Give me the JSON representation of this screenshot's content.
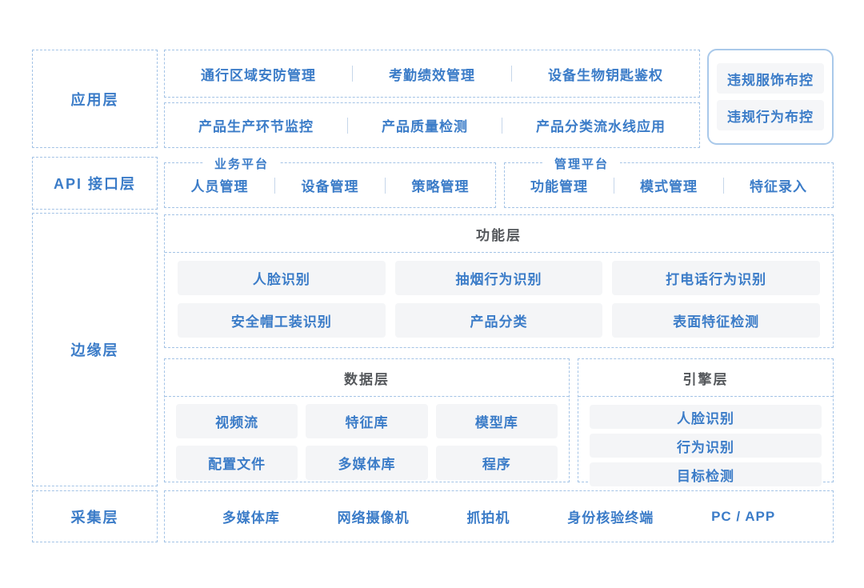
{
  "colors": {
    "blue_text": "#3b7cc8",
    "dashed_border": "#a3c3e6",
    "section_header_text": "#54575b",
    "pill_background": "#f4f5f7",
    "background": "#ffffff"
  },
  "app_layer": {
    "label": "应用层",
    "row1": [
      "通行区域安防管理",
      "考勤绩效管理",
      "设备生物钥匙鉴权"
    ],
    "row2": [
      "产品生产环节监控",
      "产品质量检测",
      "产品分类流水线应用"
    ],
    "side_box": [
      "违规服饰布控",
      "违规行为布控"
    ]
  },
  "api_layer": {
    "label": "API 接口层",
    "platforms": [
      {
        "title": "业务平台",
        "items": [
          "人员管理",
          "设备管理",
          "策略管理"
        ]
      },
      {
        "title": "管理平台",
        "items": [
          "功能管理",
          "模式管理",
          "特征录入"
        ]
      }
    ]
  },
  "edge_layer": {
    "label": "边缘层",
    "function_layer": {
      "title": "功能层",
      "rows": [
        [
          "人脸识别",
          "抽烟行为识别",
          "打电话行为识别"
        ],
        [
          "安全帽工装识别",
          "产品分类",
          "表面特征检测"
        ]
      ]
    },
    "data_layer": {
      "title": "数据层",
      "rows": [
        [
          "视频流",
          "特征库",
          "模型库"
        ],
        [
          "配置文件",
          "多媒体库",
          "程序"
        ]
      ]
    },
    "engine_layer": {
      "title": "引擎层",
      "items": [
        "人脸识别",
        "行为识别",
        "目标检测"
      ]
    }
  },
  "collection_layer": {
    "label": "采集层",
    "items": [
      "多媒体库",
      "网络摄像机",
      "抓拍机",
      "身份核验终端",
      "PC / APP"
    ]
  }
}
